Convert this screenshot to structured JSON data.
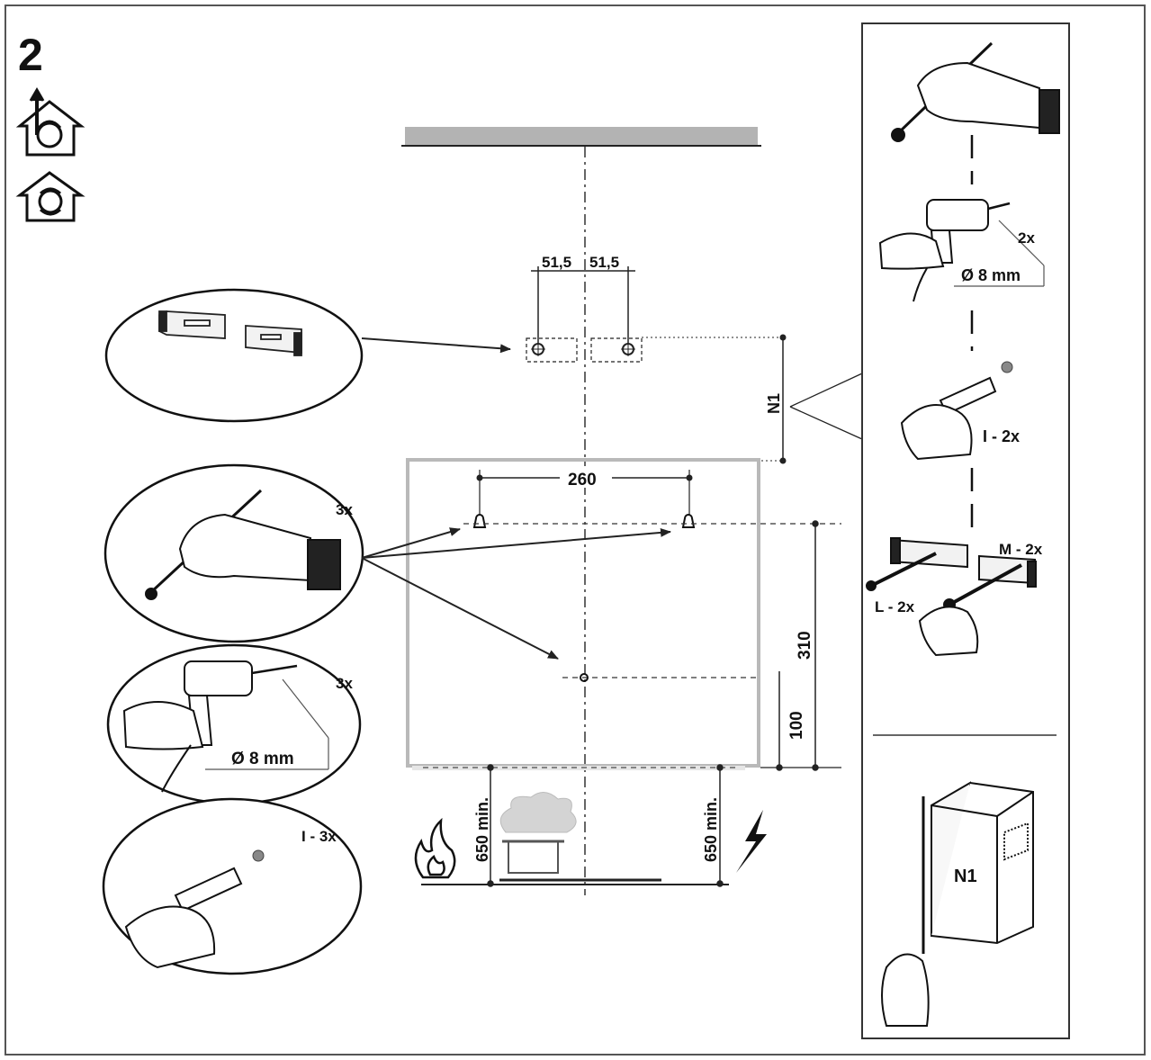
{
  "step_number": "2",
  "icons": {
    "ducted": "ducted-exhaust-house-icon",
    "recirculating": "recirculation-house-icon",
    "fire": "flame-icon",
    "electric": "lightning-bolt-icon"
  },
  "dimensions": {
    "half_spacing_left": "51,5",
    "half_spacing_right": "51,5",
    "hole_spacing": "260",
    "height_310": "310",
    "height_100": "100",
    "min_left": "650 min.",
    "min_right": "650 min.",
    "n1": "N1"
  },
  "left_callouts": {
    "mark_count": "3x",
    "drill_count": "3x",
    "drill_diameter": "Ø 8 mm",
    "plug_label": "I - 3x"
  },
  "right_panel": {
    "drill_count": "2x",
    "drill_diameter": "Ø 8 mm",
    "plug_label": "I - 2x",
    "screw_m": "M - 2x",
    "screw_l": "L - 2x",
    "chimney_label": "N1"
  }
}
